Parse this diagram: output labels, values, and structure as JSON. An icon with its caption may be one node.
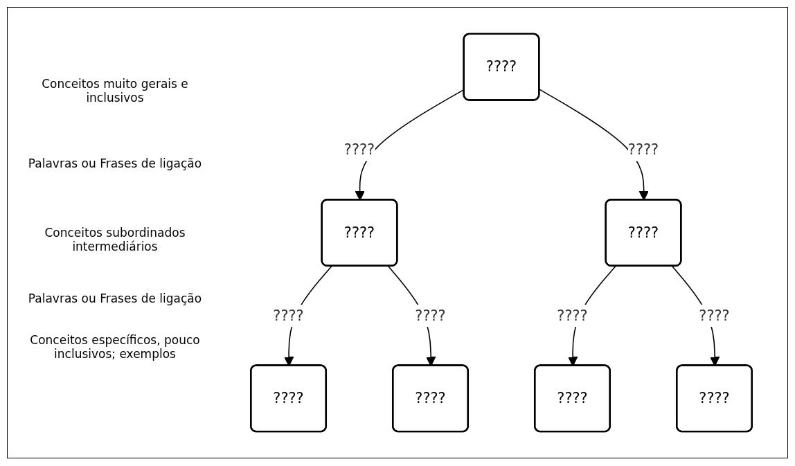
{
  "diagram": {
    "nodes": [
      {
        "text": [
          "????"
        ]
      },
      {
        "text": [
          "????"
        ]
      },
      {
        "text": [
          "????"
        ]
      },
      {
        "text": [
          "????"
        ]
      },
      {
        "text": [
          "????"
        ]
      },
      {
        "text": [
          "????"
        ]
      },
      {
        "text": [
          "????"
        ]
      }
    ],
    "edges": [
      {
        "from": 0,
        "to": 1,
        "arrow": "to",
        "label": "????"
      },
      {
        "from": 0,
        "to": 2,
        "arrow": "to",
        "label": "????"
      },
      {
        "from": 1,
        "to": 3,
        "arrow": "to",
        "label": "????"
      },
      {
        "from": 1,
        "to": 4,
        "arrow": "to",
        "label": "????"
      },
      {
        "from": 2,
        "to": 5,
        "arrow": "to",
        "label": "????"
      },
      {
        "from": 2,
        "to": 6,
        "arrow": "to",
        "label": "????"
      }
    ],
    "labels": [
      "Conceitos muito gerais e inclusivos",
      "Palavras ou Frases de ligação",
      "Conceitos subordinados intermediários",
      "Palavras ou Frases de ligação",
      "Conceitos específicos, pouco inclusivos; exemplos"
    ]
  }
}
